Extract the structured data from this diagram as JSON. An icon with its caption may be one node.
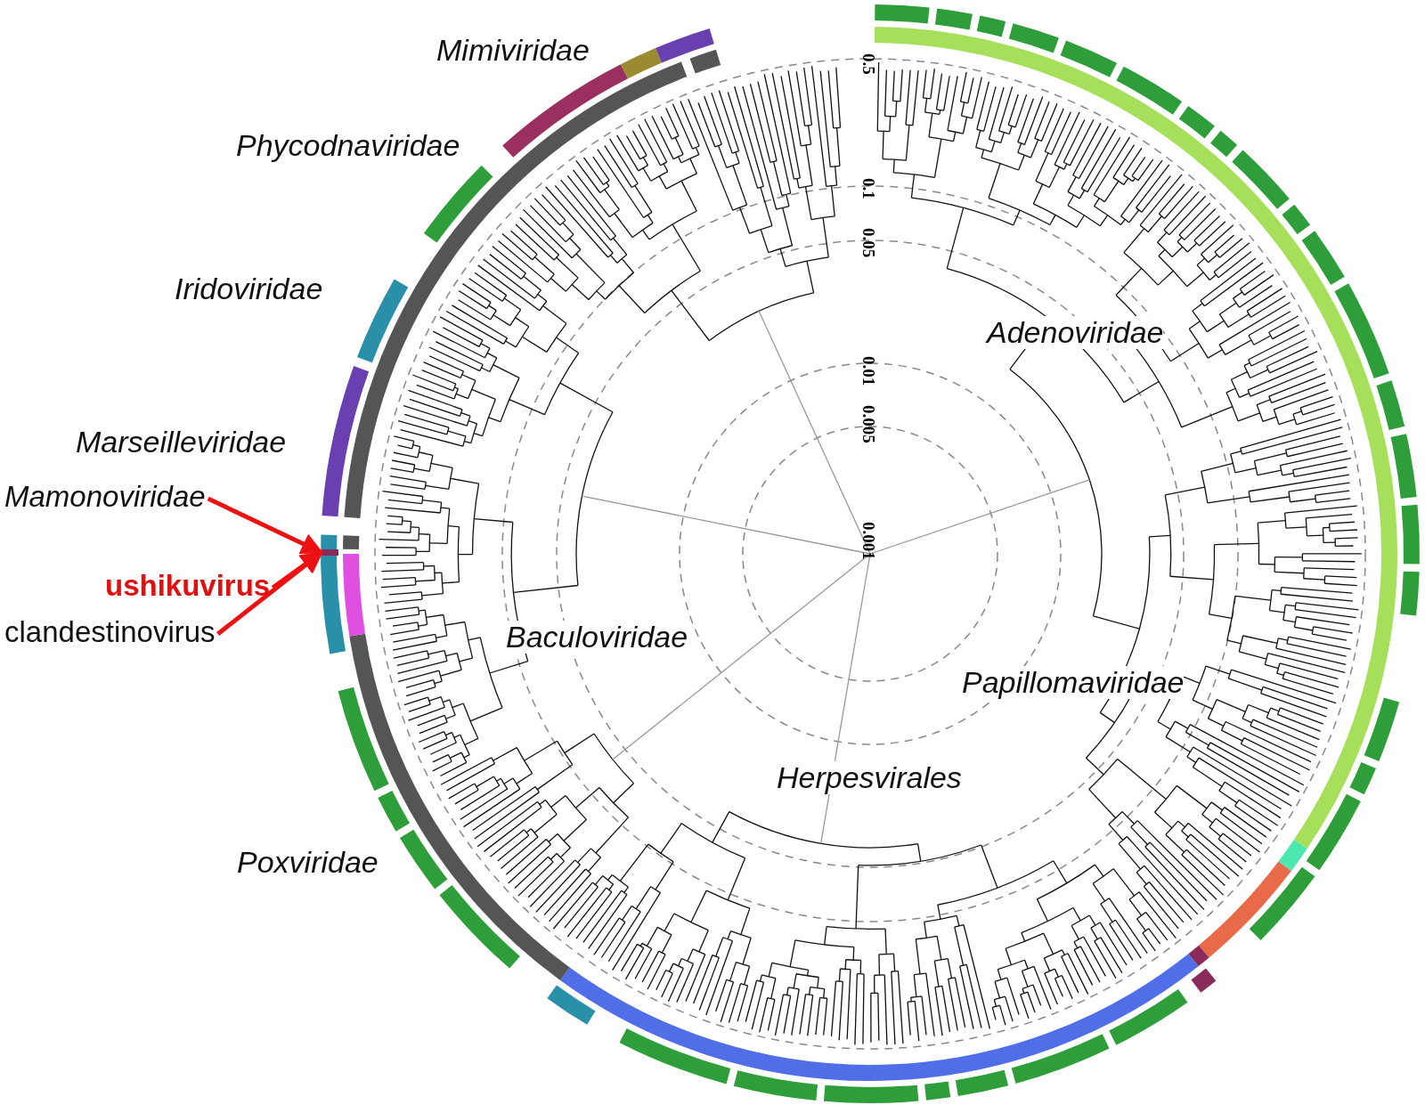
{
  "diagram": {
    "nodes": [
      {
        "text": [
          "Mamonoviridae"
        ]
      },
      {
        "text": [
          "ushikuvirus"
        ]
      },
      {
        "text": [
          "clandestinovirus"
        ]
      },
      {
        "text": [],
        "shape": "bar"
      }
    ],
    "edges": [
      {
        "from": 0,
        "to": 3,
        "arrow": "to"
      },
      {
        "from": 1,
        "to": 3,
        "arrow": "to"
      },
      {
        "from": 2,
        "to": 3,
        "arrow": "to"
      }
    ],
    "labels": [
      "Mimiviridae",
      "0.5",
      "Phycodnaviridae",
      "0.1",
      "0.05",
      "Iridoviridae",
      "Adenoviridae",
      "0.01",
      "0.005",
      "Marseilleviridae",
      "0.001",
      "Baculoviridae",
      "Papillomaviridae",
      "Herpesvirales",
      "Poxviridae"
    ]
  }
}
